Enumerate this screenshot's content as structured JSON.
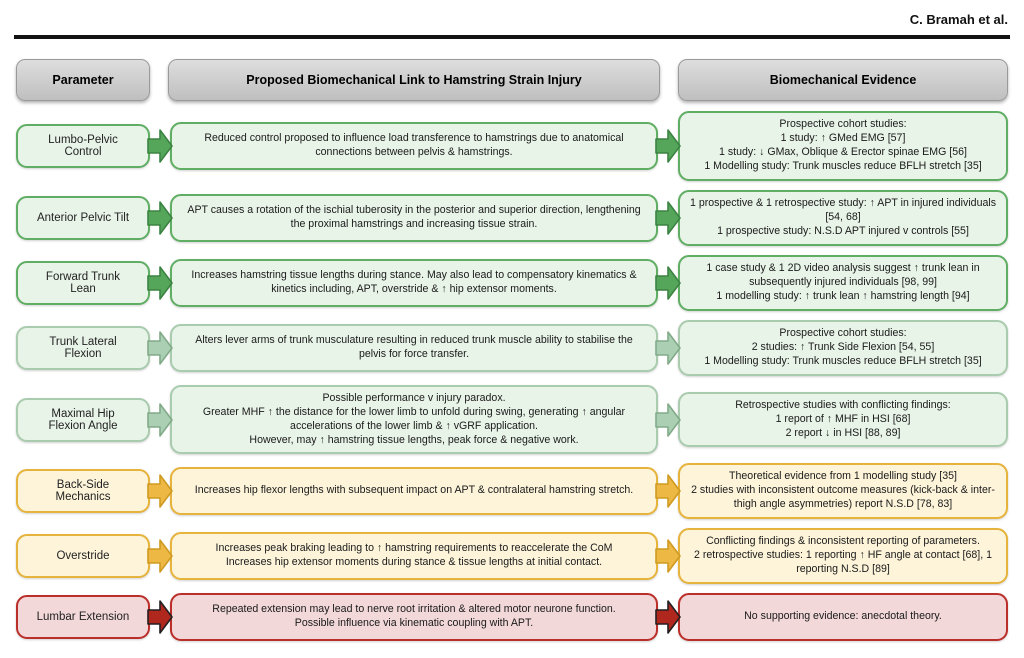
{
  "page": {
    "running_head": "C. Bramah et al."
  },
  "columns": {
    "parameter": "Parameter",
    "link": "Proposed Biomechanical Link to Hamstring Strain Injury",
    "evidence": "Biomechanical Evidence"
  },
  "palette": {
    "green": {
      "box_bg": "#e9f4e9",
      "box_border": "#5fae63",
      "arrow_fill": "#55a65a",
      "arrow_stroke": "#3c8343"
    },
    "sage": {
      "box_bg": "#e9f4e9",
      "box_border": "#a9cbae",
      "arrow_fill": "#aacfb3",
      "arrow_stroke": "#81aa89"
    },
    "amber": {
      "box_bg": "#fdf4da",
      "box_border": "#e6b33c",
      "arrow_fill": "#edb843",
      "arrow_stroke": "#cf9a22"
    },
    "red": {
      "box_bg": "#f2d8d9",
      "box_border": "#bb2f2b",
      "arrow_fill": "#b0271e",
      "arrow_stroke": "#231f20"
    }
  },
  "rows": [
    {
      "tone": "green",
      "param": "Lumbo-Pelvic\nControl",
      "link": "Reduced control proposed to influence load transference to hamstrings due to anatomical connections between pelvis & hamstrings.",
      "evidence": "Prospective cohort studies:\n1 study: ↑ GMed EMG [57]\n1 study: ↓ GMax, Oblique & Erector spinae EMG [56]\n1 Modelling study: Trunk muscles reduce BFLH stretch [35]"
    },
    {
      "tone": "green",
      "param": "Anterior Pelvic Tilt",
      "link": "APT causes a rotation of the ischial tuberosity in the posterior and superior direction, lengthening the proximal hamstrings and increasing tissue strain.",
      "evidence": "1 prospective & 1 retrospective study: ↑ APT in injured individuals [54, 68]\n1 prospective study: N.S.D APT injured v controls [55]"
    },
    {
      "tone": "green",
      "param": "Forward Trunk\nLean",
      "link": "Increases hamstring tissue lengths during stance. May also lead to compensatory kinematics & kinetics including, APT, overstride & ↑ hip extensor moments.",
      "evidence": "1 case study & 1 2D video analysis suggest ↑ trunk lean in subsequently injured individuals [98, 99]\n1 modelling study: ↑ trunk lean ↑ hamstring length [94]"
    },
    {
      "tone": "sage",
      "param": "Trunk Lateral\nFlexion",
      "link": "Alters lever arms of trunk musculature resulting in reduced trunk muscle ability to stabilise the pelvis for force transfer.",
      "evidence": "Prospective cohort studies:\n2 studies: ↑ Trunk Side Flexion [54, 55]\n1 Modelling study: Trunk muscles reduce BFLH stretch [35]"
    },
    {
      "tone": "sage",
      "param": "Maximal Hip\nFlexion Angle",
      "link": "Possible performance v injury paradox.\nGreater MHF ↑ the distance for the lower limb to unfold during swing, generating ↑ angular accelerations of the lower limb & ↑ vGRF application.\nHowever, may ↑ hamstring tissue lengths, peak force & negative work.",
      "evidence": "Retrospective studies with conflicting findings:\n1 report of ↑ MHF in HSI [68]\n2 report ↓ in HSI [88, 89]"
    },
    {
      "tone": "amber",
      "param": "Back-Side\nMechanics",
      "link": "Increases hip flexor lengths with subsequent impact on APT & contralateral hamstring stretch.",
      "evidence": "Theoretical evidence from 1 modelling study [35]\n2 studies with inconsistent outcome measures (kick-back & inter-thigh angle asymmetries) report N.S.D [78, 83]"
    },
    {
      "tone": "amber",
      "param": "Overstride",
      "link": "Increases peak braking leading to ↑ hamstring requirements to reaccelerate the CoM\nIncreases hip extensor moments during stance & tissue lengths at initial contact.",
      "evidence": "Conflicting findings & inconsistent reporting of parameters.\n2 retrospective studies: 1 reporting ↑ HF angle at contact [68], 1 reporting N.S.D [89]"
    },
    {
      "tone": "red",
      "param": "Lumbar Extension",
      "link": "Repeated extension may lead to nerve root irritation & altered motor neurone function.\nPossible influence via kinematic coupling with APT.",
      "evidence": "No supporting evidence: anecdotal theory."
    }
  ]
}
